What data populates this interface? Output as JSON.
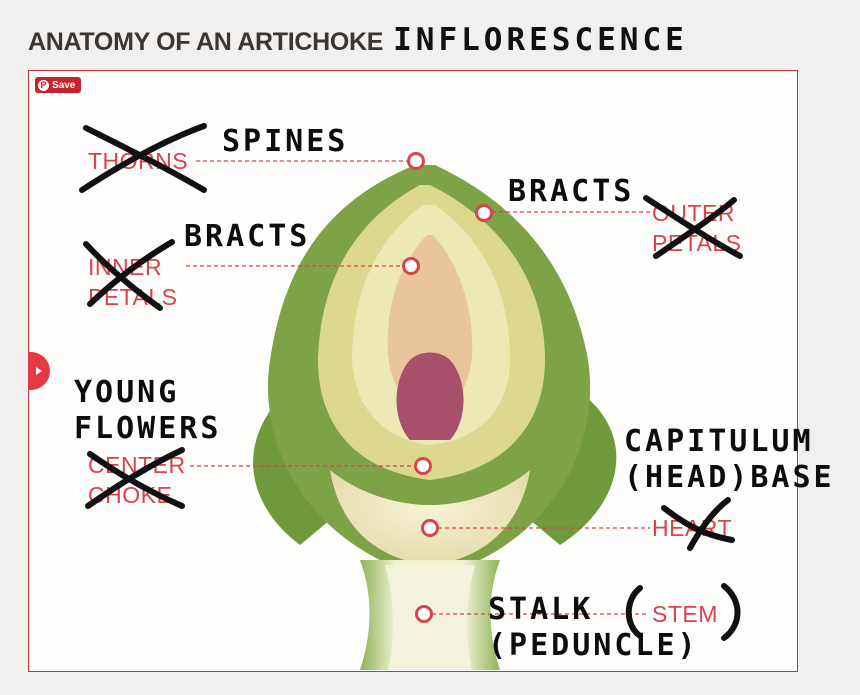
{
  "title": {
    "printed": "ANATOMY OF AN ARTICHOKE",
    "handwritten": "INFLORESCENCE"
  },
  "save_button": {
    "label": "Save",
    "icon": "pinterest-icon"
  },
  "labels": {
    "thorns": "THORNS",
    "spines": "SPINES",
    "bracts_top": "BRACTS",
    "outer": "OUTER",
    "petals_outer": "PETALS",
    "bracts_inner": "BRACTS",
    "inner": "INNER",
    "petals_inner": "PETALS",
    "young": "YOUNG",
    "flowers": "FLOWERS",
    "center": "CENTER",
    "choke": "CHOKE",
    "capitulum": "CAPITULUM",
    "head_base": "(HEAD)BASE",
    "heart": "HEART",
    "stalk": "STALK",
    "peduncle": "(PEDUNCLE)",
    "stem": "STEM"
  },
  "colors": {
    "accent_red": "#d9434c",
    "frame_border": "#c8323b",
    "ink": "#0d0d0d",
    "leaf_green": "#6f9a3c",
    "heart_cream": "#efe9c8",
    "choke_purple": "#a8506b"
  }
}
